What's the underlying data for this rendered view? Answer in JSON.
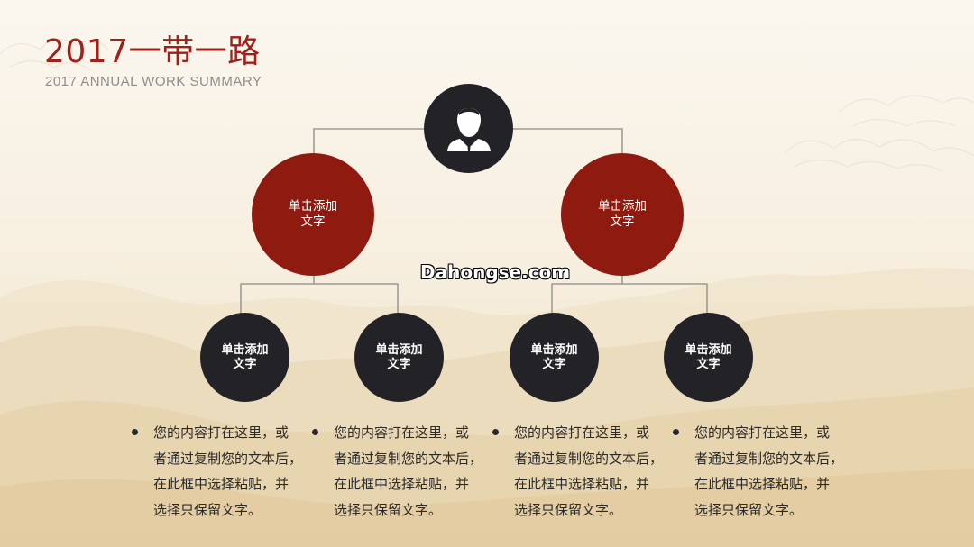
{
  "slide": {
    "title": "2017一带一路",
    "subtitle": "2017 ANNUAL WORK SUMMARY",
    "watermark": "Dahongse.com"
  },
  "org": {
    "root_icon": "person-icon",
    "level1": [
      {
        "label_line1": "单击添加",
        "label_line2": "文字"
      },
      {
        "label_line1": "单击添加",
        "label_line2": "文字"
      }
    ],
    "level2": [
      {
        "label_line1": "单击添加",
        "label_line2": "文字"
      },
      {
        "label_line1": "单击添加",
        "label_line2": "文字"
      },
      {
        "label_line1": "单击添加",
        "label_line2": "文字"
      },
      {
        "label_line1": "单击添加",
        "label_line2": "文字"
      }
    ]
  },
  "descriptions": [
    {
      "lines": [
        "您的内容打在这里，或",
        "者通过复制您的文本后，",
        "在此框中选择粘贴，并",
        "选择只保留文字。"
      ]
    },
    {
      "lines": [
        "您的内容打在这里，或",
        "者通过复制您的文本后，",
        "在此框中选择粘贴，并",
        "选择只保留文字。"
      ]
    },
    {
      "lines": [
        "您的内容打在这里，或",
        "者通过复制您的文本后，",
        "在此框中选择粘贴，并",
        "选择只保留文字。"
      ]
    },
    {
      "lines": [
        "您的内容打在这里，或",
        "者通过复制您的文本后，",
        "在此框中选择粘贴，并",
        "选择只保留文字。"
      ]
    }
  ],
  "colors": {
    "title": "#a0201a",
    "accent_red": "#8e1a10",
    "dark_circle": "#232327",
    "connector": "#8a8a8a"
  }
}
